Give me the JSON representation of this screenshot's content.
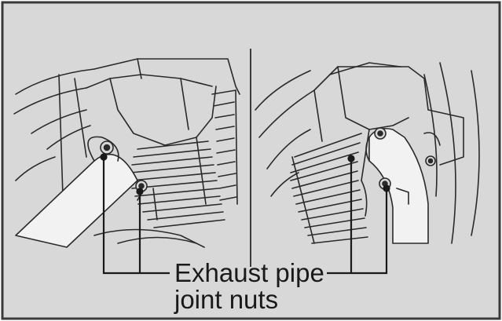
{
  "illustration": {
    "background_color": "#d8d8d8",
    "border_color": "#3a3a3a",
    "line_color": "#2a2a2a",
    "pipe_fill": "#f2f2f2",
    "panels": [
      {
        "name": "left-engine-view",
        "items": [
          "cylinder-fins",
          "exhaust-pipe",
          "joint-nut-upper",
          "joint-nut-lower"
        ]
      },
      {
        "name": "right-engine-view",
        "items": [
          "cylinder-fins",
          "exhaust-pipe",
          "joint-nut-upper",
          "joint-nut-lower"
        ]
      }
    ]
  },
  "callout": {
    "line1": "Exhaust pipe",
    "line2": "joint nuts"
  }
}
